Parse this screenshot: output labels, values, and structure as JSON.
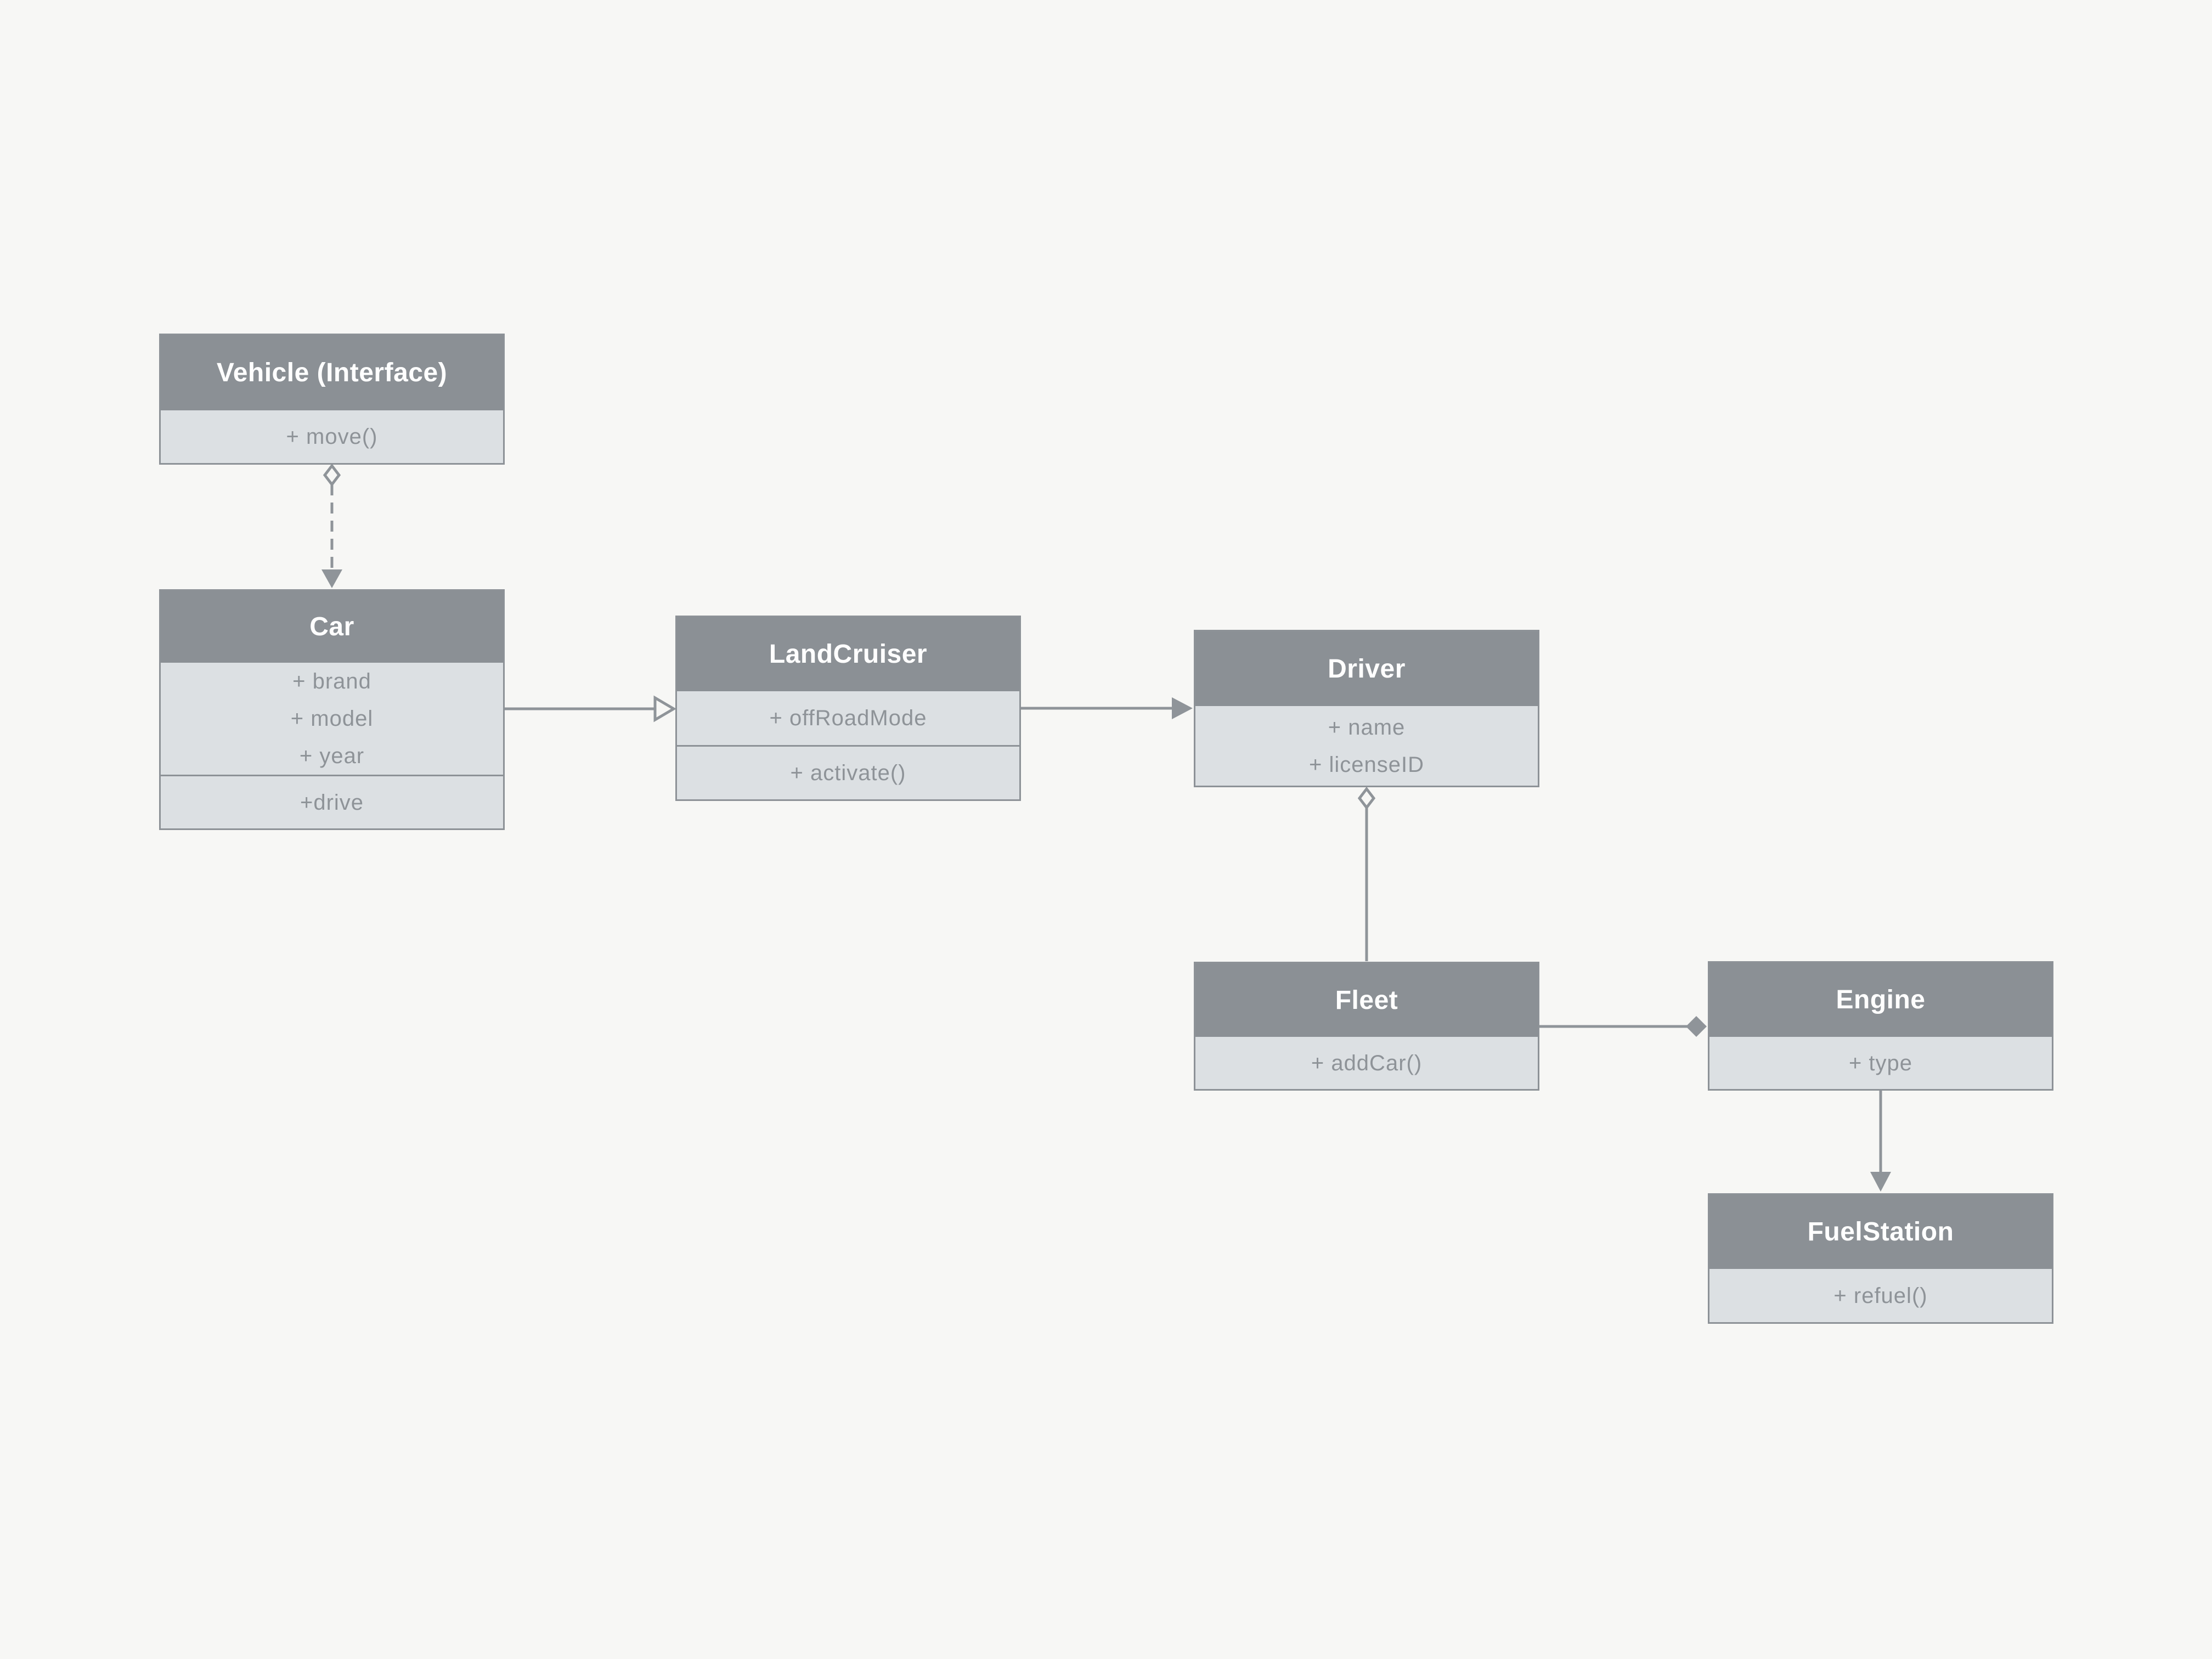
{
  "colors": {
    "canvas-bg": "#f7f7f5",
    "header-bg": "#8b9095",
    "body-bg": "#dce0e3",
    "border": "#8d9297",
    "edge": "#8f9499",
    "header-text": "#ffffff",
    "member-text": "#8e9398"
  },
  "classes": [
    {
      "name": "Vehicle (Interface)",
      "sections": [
        [
          "+ move()"
        ]
      ]
    },
    {
      "name": "Car",
      "sections": [
        [
          "+ brand",
          "+ model",
          "+ year"
        ],
        [
          "+drive"
        ]
      ]
    },
    {
      "name": "LandCruiser",
      "sections": [
        [
          "+ offRoadMode"
        ],
        [
          "+ activate()"
        ]
      ]
    },
    {
      "name": "Driver",
      "sections": [
        [
          "+ name",
          "+ licenseID"
        ]
      ]
    },
    {
      "name": "Fleet",
      "sections": [
        [
          "+ addCar()"
        ]
      ]
    },
    {
      "name": "Engine",
      "sections": [
        [
          "+ type"
        ]
      ]
    },
    {
      "name": "FuelStation",
      "sections": [
        [
          "+ refuel()"
        ]
      ]
    }
  ],
  "relationships": [
    {
      "from": "Vehicle (Interface)",
      "to": "Car",
      "type": "realization",
      "line": "dashed",
      "markers": "open diamond at interface end, filled arrow at Car end"
    },
    {
      "from": "Car",
      "to": "LandCruiser",
      "type": "generalization",
      "line": "solid",
      "markers": "open triangle at LandCruiser end"
    },
    {
      "from": "LandCruiser",
      "to": "Driver",
      "type": "directed association",
      "line": "solid",
      "markers": "filled arrow at Driver end"
    },
    {
      "from": "Fleet",
      "to": "Driver",
      "type": "aggregation",
      "line": "solid",
      "markers": "open diamond at Driver end"
    },
    {
      "from": "Fleet",
      "to": "Engine",
      "type": "composition",
      "line": "solid",
      "markers": "filled diamond at Engine end"
    },
    {
      "from": "Engine",
      "to": "FuelStation",
      "type": "directed association",
      "line": "solid",
      "markers": "filled arrow at FuelStation end"
    }
  ]
}
